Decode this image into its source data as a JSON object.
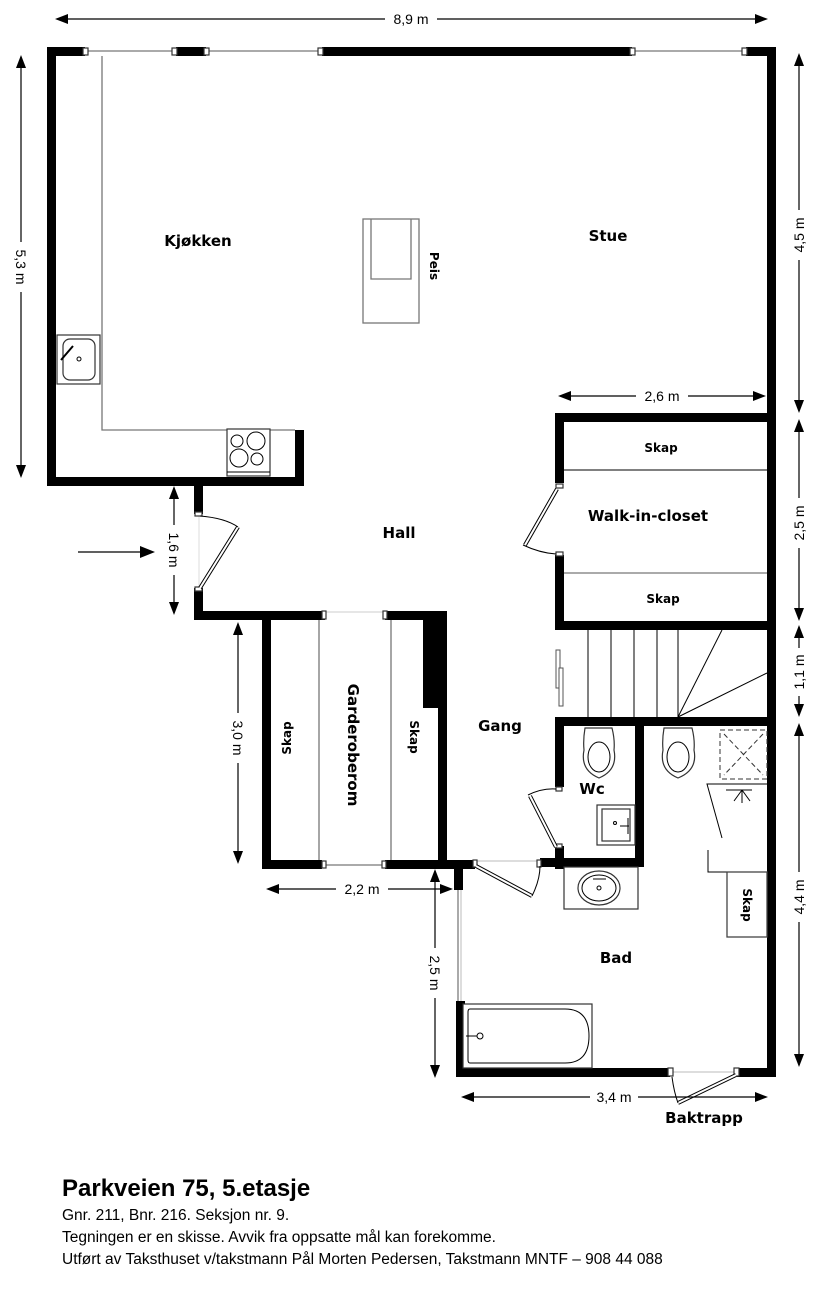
{
  "plan": {
    "rooms": {
      "kjokken": "Kjøkken",
      "stue": "Stue",
      "peis": "Peis",
      "hall": "Hall",
      "walk_in_closet": "Walk-in-closet",
      "skap_top": "Skap",
      "skap_bottom": "Skap",
      "garderoberom": "Garderoberom",
      "garderobe_skap_left": "Skap",
      "garderobe_skap_right": "Skap",
      "gang": "Gang",
      "wc": "Wc",
      "bad": "Bad",
      "bad_skap": "Skap",
      "baktrapp": "Baktrapp"
    },
    "dimensions": {
      "total_width": "8,9 m",
      "left_height": "5,3 m",
      "stue_height": "4,5 m",
      "closet_width": "2,6 m",
      "closet_height": "2,5 m",
      "entrance_width": "1,6 m",
      "stair_height": "1,1 m",
      "garderobe_height": "3,0 m",
      "garderobe_width": "2,2 m",
      "bad_height_left": "2,5 m",
      "bad_height_right": "4,4 m",
      "bad_width": "3,4 m"
    }
  },
  "footer": {
    "title": "Parkveien 75, 5.etasje",
    "line1": "Gnr. 211, Bnr. 216. Seksjon nr. 9.",
    "line2": "Tegningen er en skisse. Avvik fra oppsatte mål kan forekomme.",
    "line3": "Utført av Taksthuset v/takstmann Pål Morten Pedersen, Takstmann MNTF – 908 44 088"
  }
}
